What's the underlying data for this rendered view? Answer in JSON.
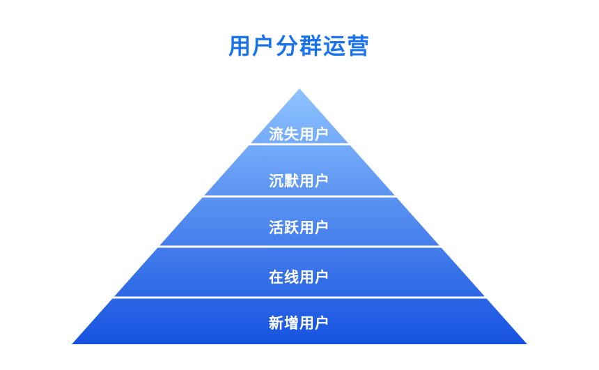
{
  "title": "用户分群运营",
  "tiers": [
    {
      "label": "流失用户"
    },
    {
      "label": "沉默用户"
    },
    {
      "label": "活跃用户"
    },
    {
      "label": "在线用户"
    },
    {
      "label": "新增用户"
    }
  ],
  "colors": {
    "title": "#1a73e8",
    "apex": "#8ec3ff",
    "base": "#1652e0",
    "divider": "#ffffff"
  }
}
